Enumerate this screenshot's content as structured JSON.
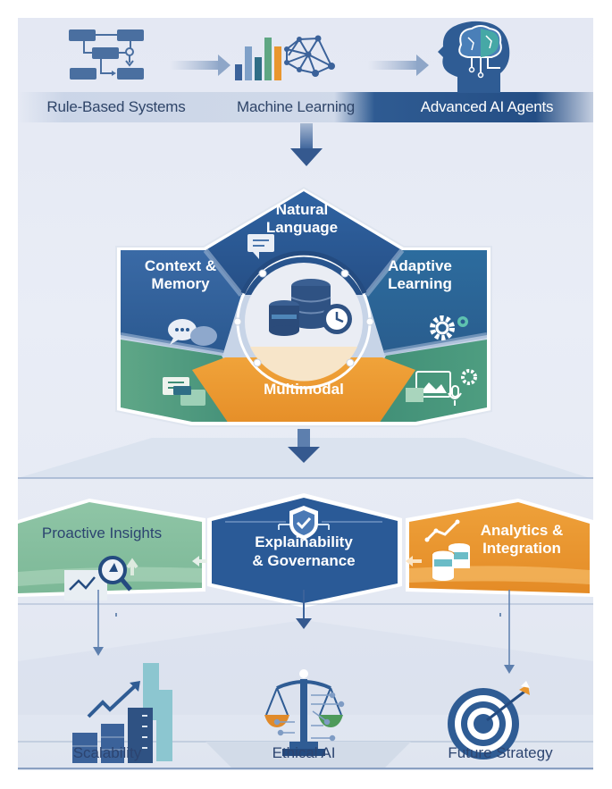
{
  "evolution": {
    "stages": [
      {
        "label": "Rule-Based Systems",
        "icon": "flowchart-icon"
      },
      {
        "label": "Machine Learning",
        "icon": "bar-chart-network-icon"
      },
      {
        "label": "Advanced AI Agents",
        "icon": "brain-head-icon"
      }
    ]
  },
  "capabilities": {
    "segments": [
      {
        "label_line1": "Natural",
        "label_line2": "Language",
        "icon": "chat-bubble-icon",
        "color": "#2a5a97"
      },
      {
        "label_line1": "Context &",
        "label_line2": "Memory",
        "icon": "speech-bubbles-icon",
        "color": "#2f5f98"
      },
      {
        "label_line1": "Adaptive",
        "label_line2": "Learning",
        "icon": "gears-icon",
        "color": "#2c6a96"
      },
      {
        "label_line1": "Multimodal",
        "label_line2": "",
        "icon": "media-icon",
        "color": "#e9962e"
      }
    ],
    "hub_icon": "database-clock-icon",
    "green": "#5aa383"
  },
  "governance": {
    "left": {
      "label": "Proactive Insights",
      "icon": "magnifier-chart-icon",
      "color": "#8cc3a4"
    },
    "center": {
      "label_line1": "Explainability",
      "label_line2": "& Governance",
      "icon": "shield-check-icon",
      "color": "#2a5a97"
    },
    "right": {
      "label_line1": "Analytics &",
      "label_line2": "Integration",
      "icon": "analytics-database-icon",
      "color": "#e9962e"
    }
  },
  "outcomes": [
    {
      "label": "Scalability",
      "icon": "growth-servers-icon"
    },
    {
      "label": "Ethical AI",
      "icon": "scales-icon"
    },
    {
      "label": "Future Strategy",
      "icon": "target-icon"
    }
  ]
}
